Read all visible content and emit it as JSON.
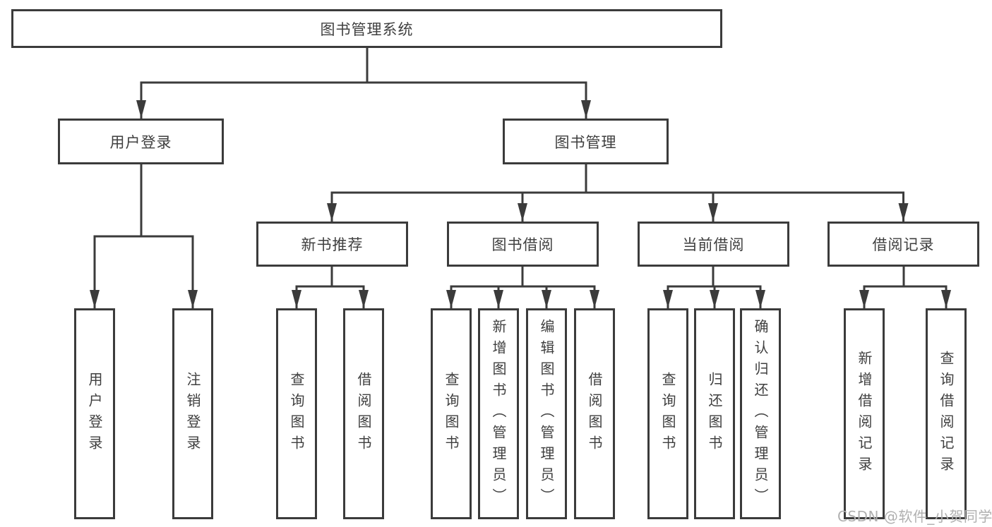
{
  "colors": {
    "line": "#3b3b3b",
    "text": "#3f3f3f",
    "box_bg": "#ffffff",
    "background": "#ffffff",
    "watermark": "#b0b0b0"
  },
  "watermark": "CSDN @软件_小贺同学",
  "tree": {
    "root": {
      "label": "图书管理系统"
    },
    "branches": [
      {
        "label": "用户登录",
        "leaves": [
          "用户登录",
          "注销登录"
        ]
      },
      {
        "label": "图书管理",
        "sections": [
          {
            "label": "新书推荐",
            "leaves": [
              "查询图书",
              "借阅图书"
            ]
          },
          {
            "label": "图书借阅",
            "leaves": [
              "查询图书",
              "新增图书（管理员）",
              "编辑图书（管理员）",
              "借阅图书"
            ]
          },
          {
            "label": "当前借阅",
            "leaves": [
              "查询图书",
              "归还图书",
              "确认归还（管理员）"
            ]
          },
          {
            "label": "借阅记录",
            "leaves": [
              "新增借阅记录",
              "查询借阅记录"
            ]
          }
        ]
      }
    ]
  }
}
